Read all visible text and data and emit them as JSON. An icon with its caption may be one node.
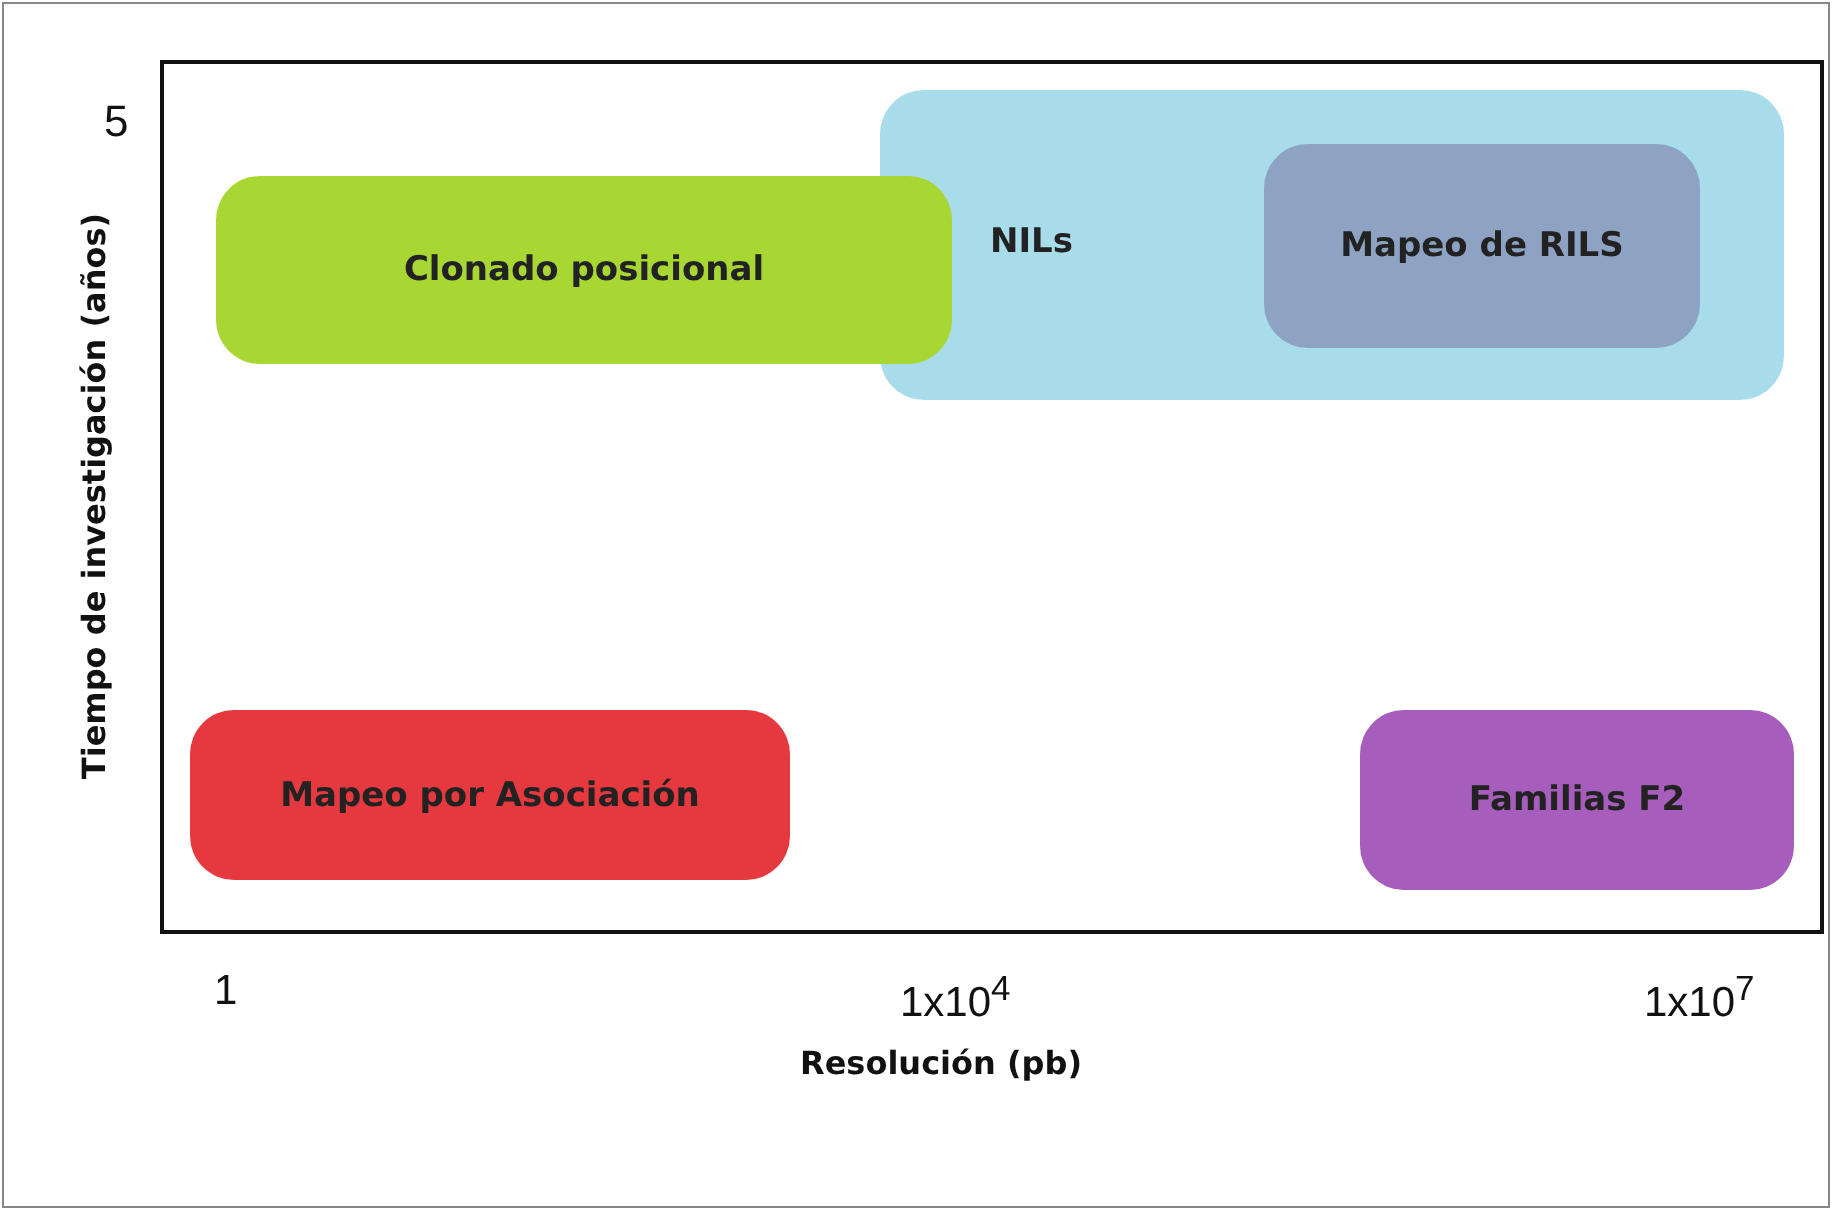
{
  "diagram": {
    "nodes": [
      {
        "text": [
          "Clonado posicional"
        ]
      },
      {
        "text": [
          "NILs"
        ]
      },
      {
        "text": [
          "Mapeo de RILS"
        ],
        "in": 1
      },
      {
        "text": [
          "Mapeo por Asociación"
        ]
      },
      {
        "text": [
          "Familias F2"
        ]
      }
    ],
    "labels": [
      "5",
      "Tiempo de investigación (años)",
      "1",
      "1x10$^{4}$",
      "1x10$^{7}$",
      "Resolución (pb)"
    ]
  }
}
